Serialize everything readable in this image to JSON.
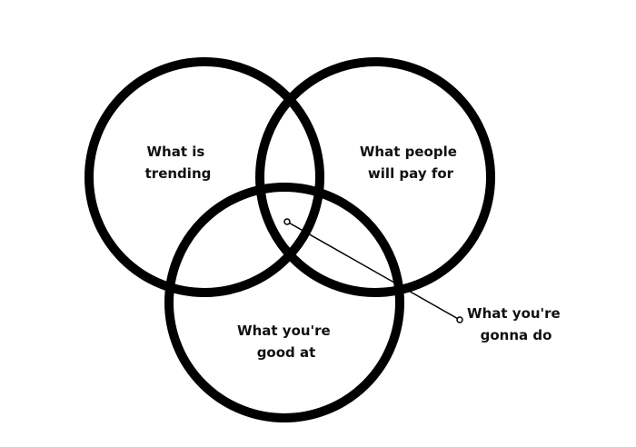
{
  "colors": {
    "stroke": "#000000",
    "text": "#111111",
    "background": "#ffffff",
    "dot_fill": "#ffffff"
  },
  "labels": {
    "trending": [
      "What is",
      "trending"
    ],
    "pay": [
      "What people",
      "will pay for"
    ],
    "good": [
      "What you're",
      "good at"
    ],
    "intersection": [
      "What you're",
      "gonna do"
    ]
  }
}
